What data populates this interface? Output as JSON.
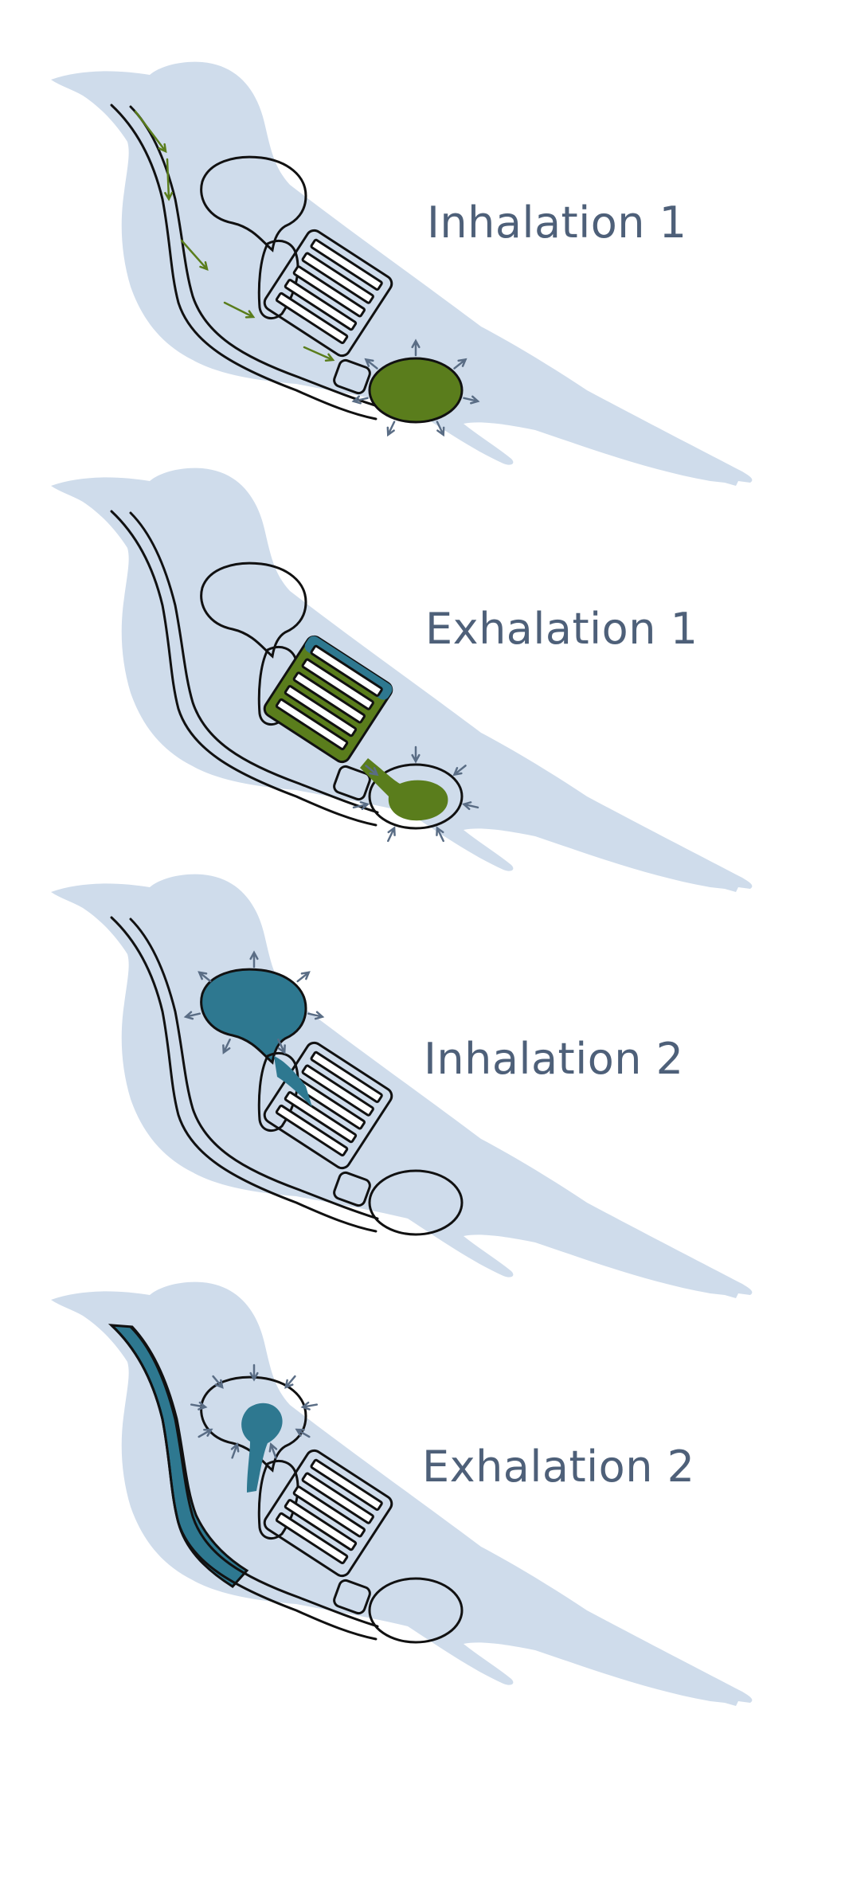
{
  "colors": {
    "silhouette": "#cfdceb",
    "outline": "#111111",
    "green": "#5a7d1c",
    "teal": "#2e7890",
    "arrow": "#5a6d85",
    "label": "#4e6079"
  },
  "panels": [
    {
      "label": "Inhalation 1",
      "phase": "inhalation-1"
    },
    {
      "label": "Exhalation 1",
      "phase": "exhalation-1"
    },
    {
      "label": "Inhalation 2",
      "phase": "inhalation-2"
    },
    {
      "label": "Exhalation 2",
      "phase": "exhalation-2"
    }
  ]
}
